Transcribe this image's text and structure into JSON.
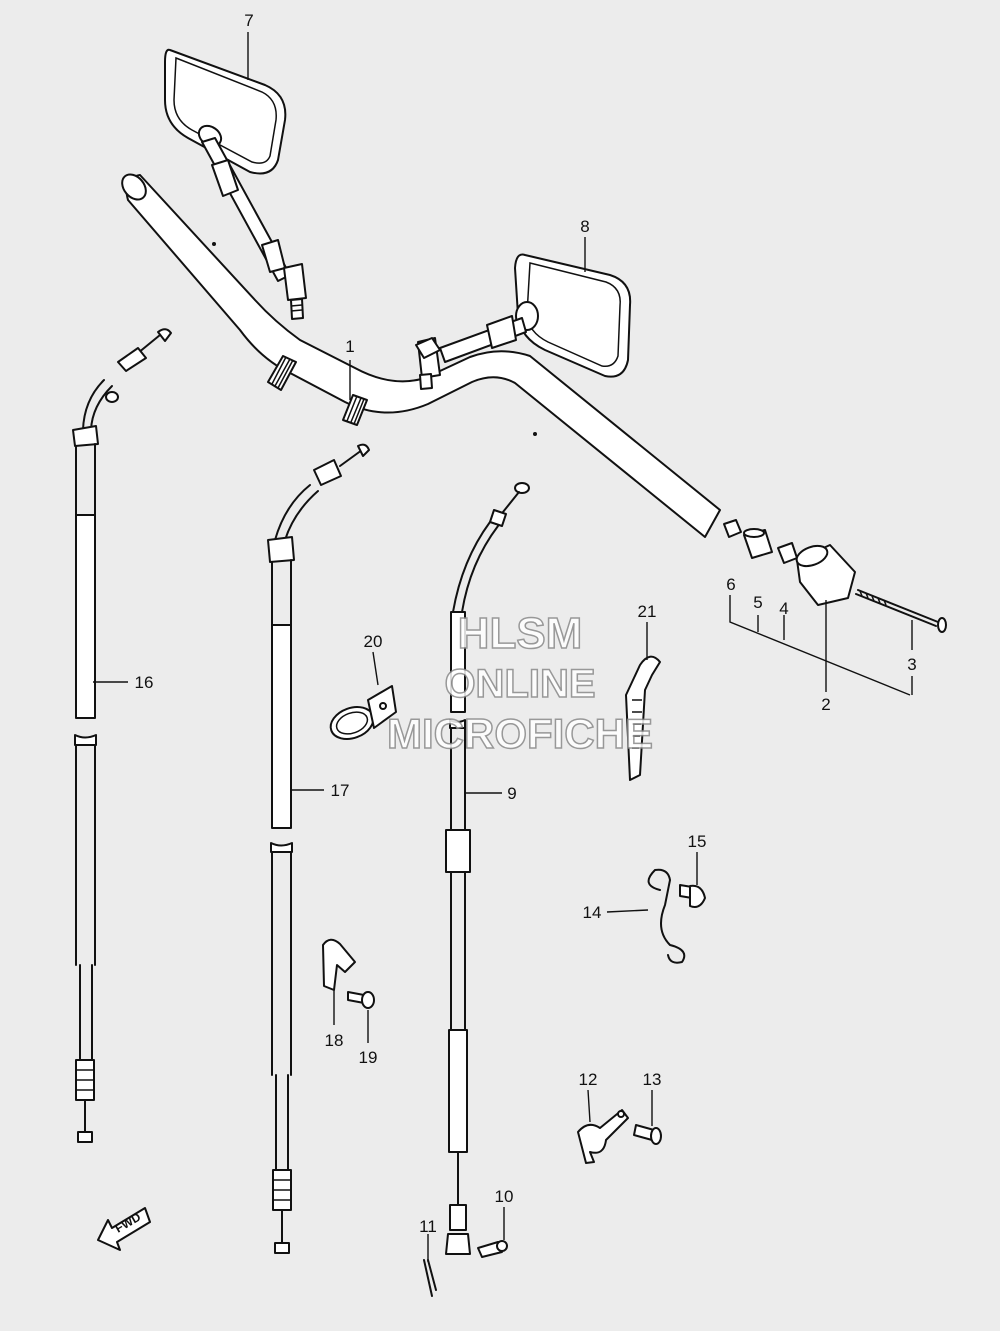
{
  "callouts": {
    "c1": "1",
    "c2": "2",
    "c3": "3",
    "c4": "4",
    "c5": "5",
    "c6": "6",
    "c7": "7",
    "c8": "8",
    "c9": "9",
    "c10": "10",
    "c11": "11",
    "c12": "12",
    "c13": "13",
    "c14": "14",
    "c15": "15",
    "c16": "16",
    "c17": "17",
    "c18": "18",
    "c19": "19",
    "c20": "20",
    "c21": "21"
  },
  "watermark": {
    "line1": "HLSM",
    "line2": "ONLINE",
    "line3": "MICROFICHE"
  },
  "fwd_label": "FWD"
}
